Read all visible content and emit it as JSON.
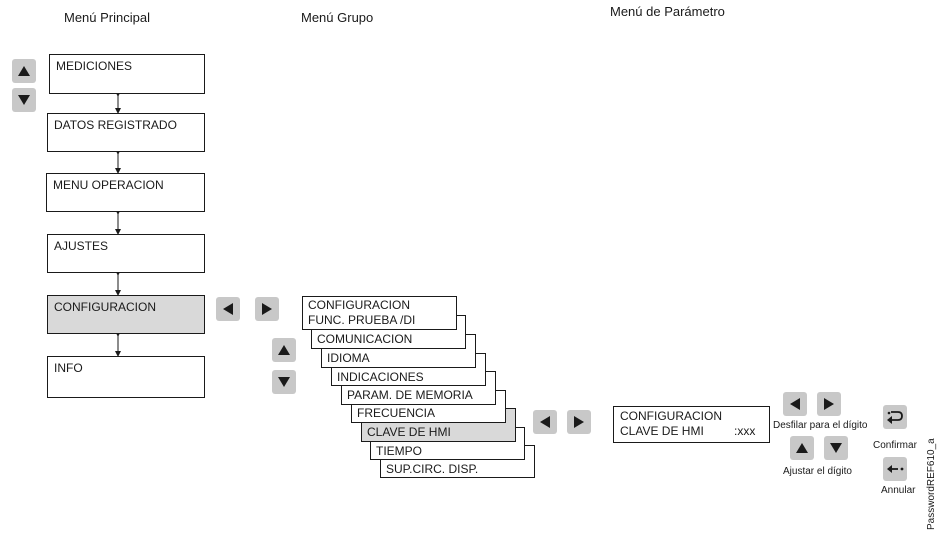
{
  "headers": {
    "main": "Menú Principal",
    "group": "Menú Grupo",
    "param": "Menú de Parámetro"
  },
  "main_menu": [
    "MEDICIONES",
    "DATOS REGISTRADO",
    "MENU OPERACION",
    "AJUSTES",
    "CONFIGURACION",
    "INFO"
  ],
  "group_menu": {
    "title": "CONFIGURACION",
    "items": [
      "FUNC. PRUEBA /DI",
      "COMUNICACION",
      "IDIOMA",
      "INDICACIONES",
      "PARAM. DE MEMORIA",
      "FRECUENCIA",
      "CLAVE DE HMI",
      "TIEMPO",
      "SUP.CIRC. DISP."
    ]
  },
  "param_menu": {
    "line1": "CONFIGURACION",
    "line2": "CLAVE DE HMI",
    "value": ":xxx"
  },
  "captions": {
    "scroll": "Desfilar para el dígito",
    "adjust": "Ajustar el dígito",
    "confirm": "Confirmar",
    "cancel": "Annular"
  },
  "figure_id": "PasswordREF610_a",
  "colors": {
    "button": "#c8c8c8",
    "selected": "#d9d9d9",
    "arrow": "#1a1a1a"
  }
}
